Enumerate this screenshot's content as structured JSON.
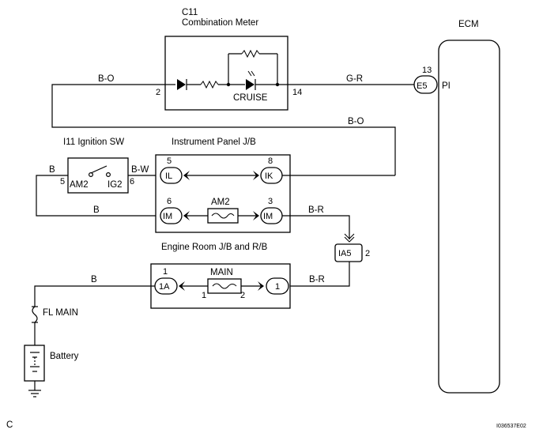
{
  "components": {
    "combination_meter": {
      "id": "C11",
      "name": "Combination Meter",
      "pin_left": "2",
      "pin_right": "14",
      "lamp_label": "CRUISE"
    },
    "ecm": {
      "name": "ECM",
      "connector": "E5",
      "pin": "13",
      "terminal": "PI"
    },
    "ignition_sw": {
      "name": "I11 Ignition SW",
      "terminal_left": "AM2",
      "terminal_right": "IG2",
      "pin_left": "5",
      "pin_right": "6"
    },
    "instrument_panel_jb": {
      "name": "Instrument Panel J/B",
      "conn_il": "IL",
      "pin_il": "5",
      "conn_ik": "IK",
      "pin_ik": "8",
      "conn_im_left": "IM",
      "pin_im_left": "6",
      "conn_im_right": "IM",
      "pin_im_right": "3",
      "fuse": "AM2"
    },
    "engine_room_jb": {
      "name": "Engine Room J/B and R/B",
      "conn_left": "1A",
      "pin_left": "1",
      "conn_right": "1",
      "fuse": "MAIN",
      "fuse_pin_left": "1",
      "fuse_pin_right": "2"
    },
    "connector_ia5": {
      "name": "IA5",
      "pin": "2"
    },
    "fl_main": {
      "name": "FL MAIN"
    },
    "battery": {
      "name": "Battery"
    }
  },
  "wires": {
    "meter_left": "B-O",
    "meter_to_ecm": "G-R",
    "ecm_return": "B-O",
    "ign_left": "B",
    "ign_right": "B-W",
    "ign_am2": "B",
    "im_to_ia5": "B-R",
    "ia5_to_er": "B-R",
    "er_left": "B"
  },
  "footer": {
    "left_mark": "C",
    "figure_id": "I036537E02"
  }
}
